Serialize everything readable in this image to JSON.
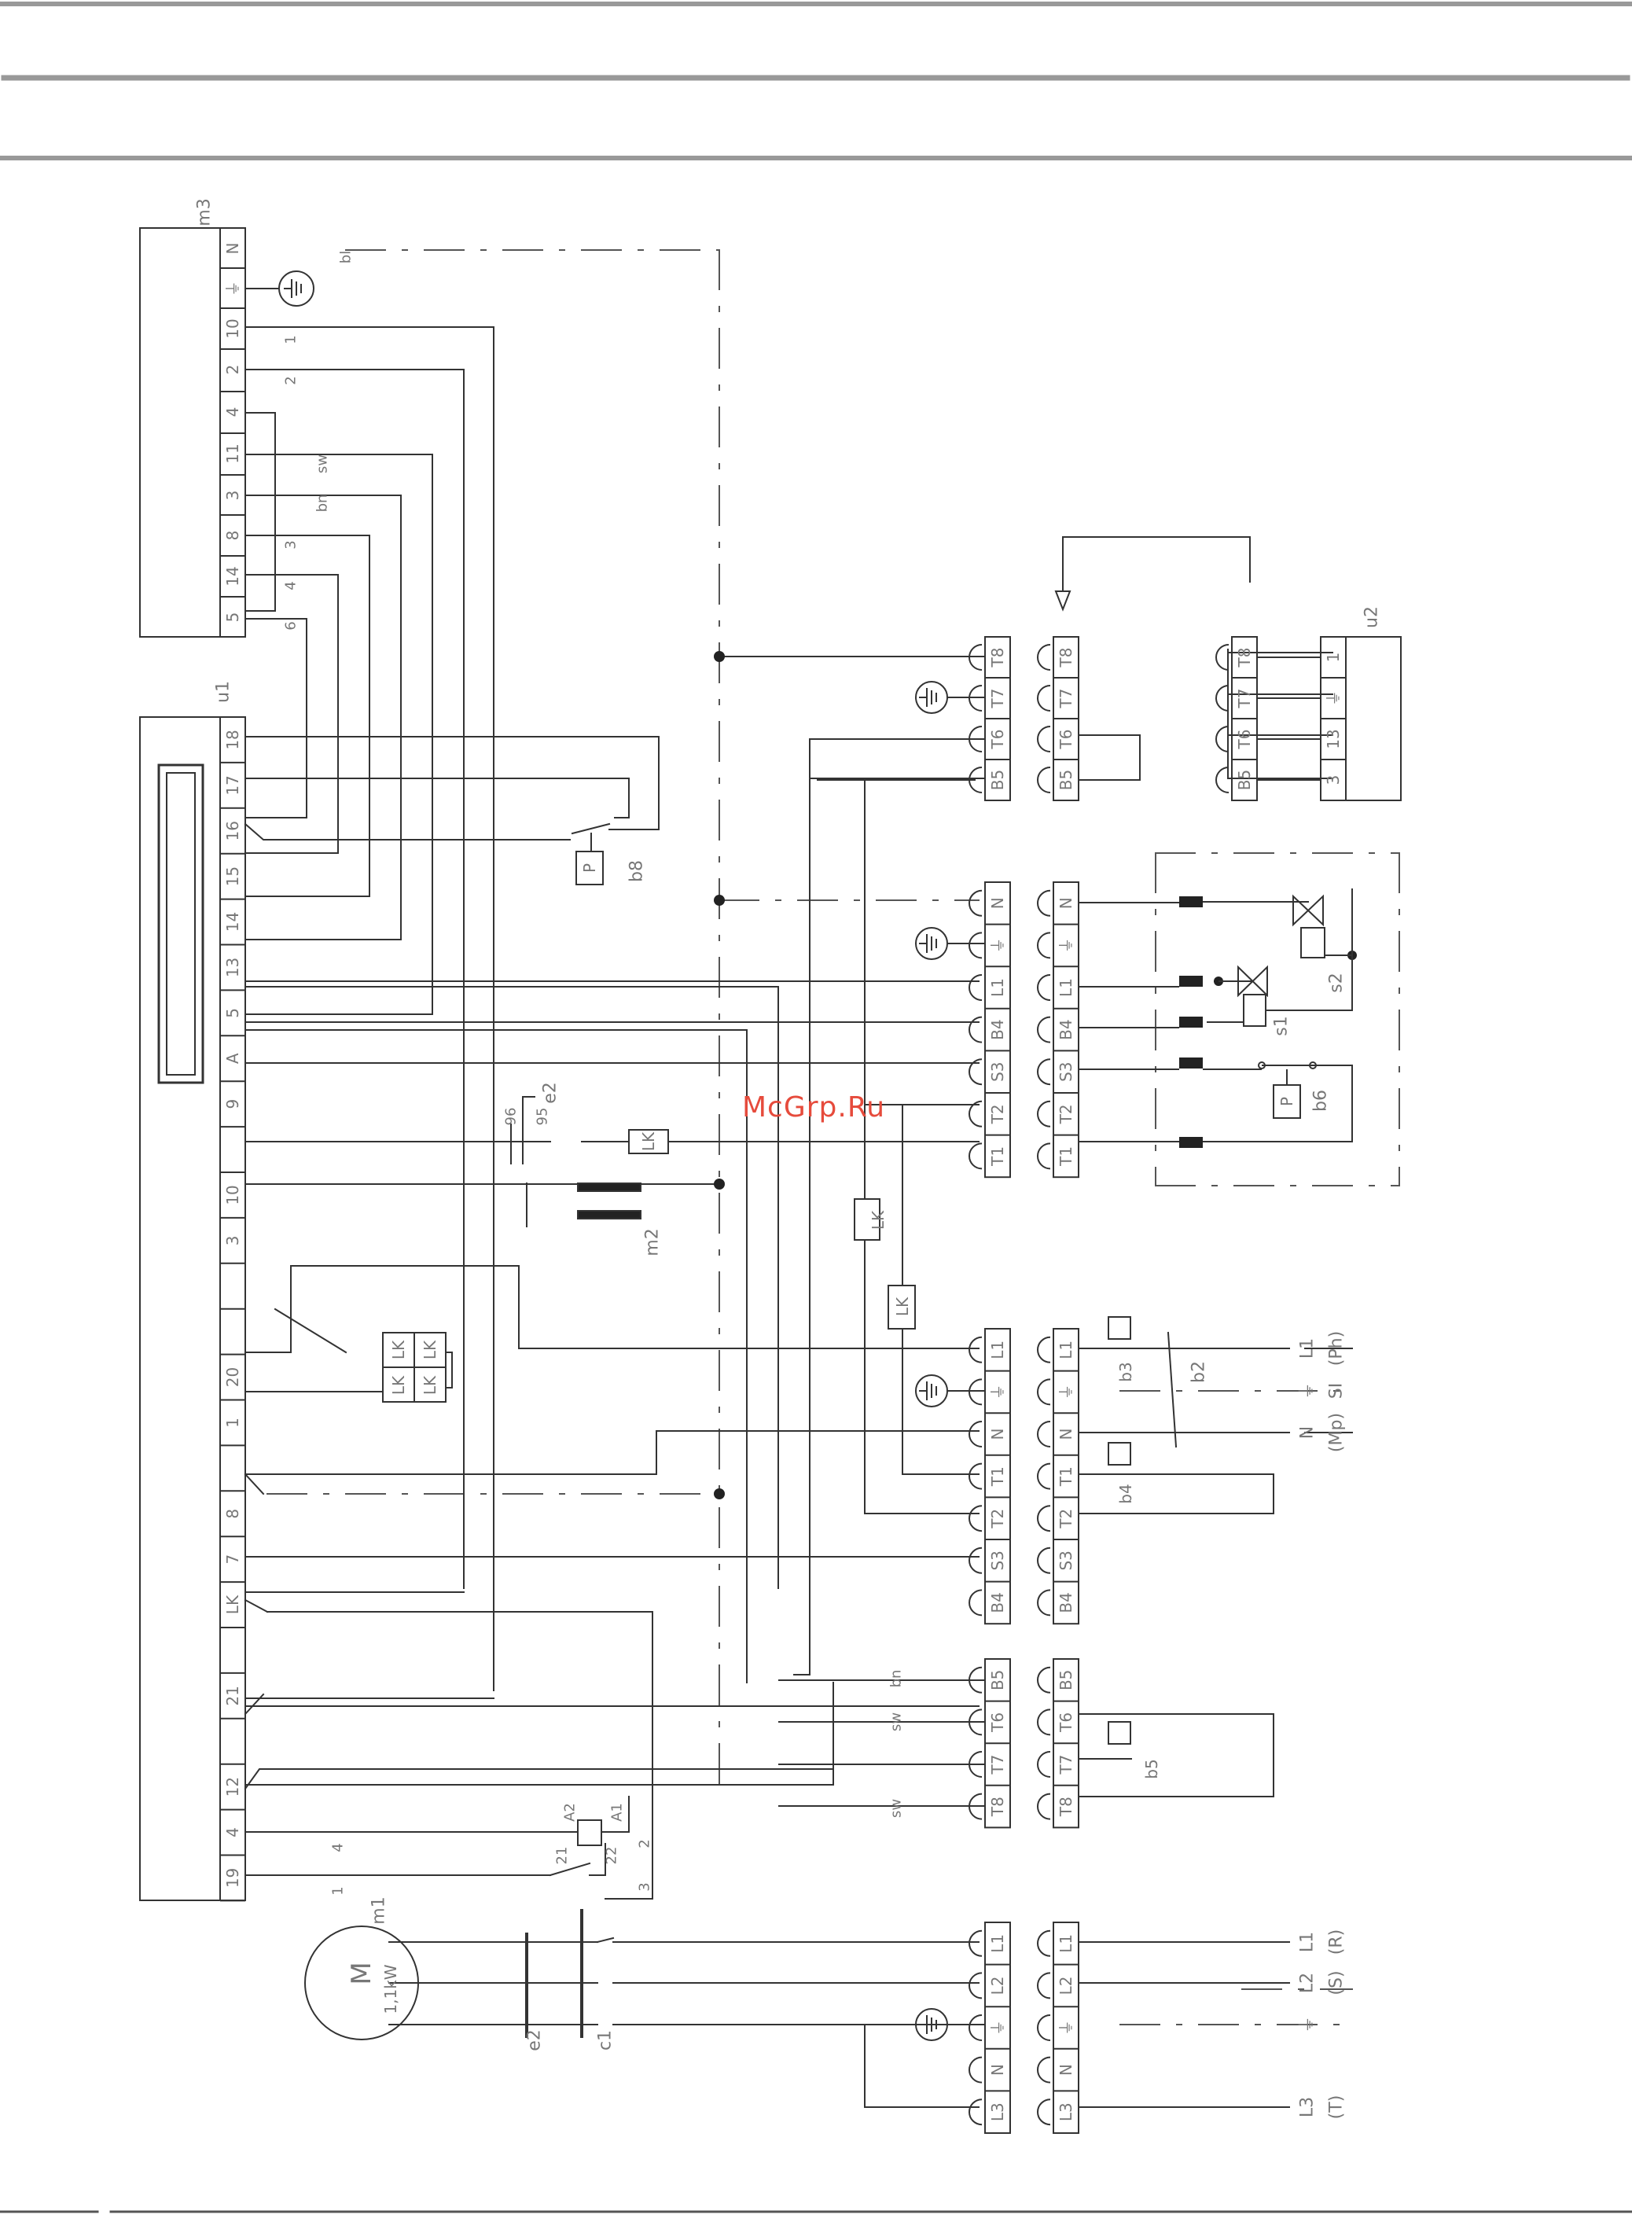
{
  "watermark": "McGrp.Ru",
  "components": {
    "m3": "m3",
    "u1": "u1",
    "u2": "u2",
    "m1": "m1",
    "motor_symbol": "M",
    "motor_power": "1,1kW",
    "m2": "m2",
    "e2": "e2",
    "e2_contact": "e2",
    "c1": "c1",
    "b2": "b2",
    "b3": "b3",
    "b4": "b4",
    "b5": "b5",
    "b6": "b6",
    "b8": "b8",
    "s1": "s1",
    "s2": "s2",
    "lk": "LK",
    "pressure": "P"
  },
  "m3_terminals": [
    "N",
    "⏚",
    "10",
    "2",
    "4",
    "11",
    "3",
    "8",
    "14",
    "5"
  ],
  "m3_wire_labels": [
    "bl",
    "1",
    "2",
    "sw",
    "bn",
    "3",
    "4",
    "6"
  ],
  "u1_terminals": [
    "18",
    "17",
    "16",
    "15",
    "14",
    "13",
    "5",
    "A",
    "9",
    "",
    "10",
    "3",
    "",
    "",
    "20",
    "1",
    "",
    "8",
    "7",
    "LK",
    "",
    "21",
    "",
    "12",
    "4",
    "19"
  ],
  "u1_wire_labels": [
    "4",
    "1",
    "2",
    "3"
  ],
  "contactor_labels": [
    "A2",
    "A1",
    "21",
    "22",
    "96",
    "95"
  ],
  "connector_top": {
    "left": [
      "T8",
      "T7",
      "T6",
      "B5"
    ],
    "right": [
      "T8",
      "T7",
      "T6",
      "B5"
    ]
  },
  "u2_connector": {
    "left": [
      "T8",
      "T7",
      "T6",
      "B5"
    ],
    "right": [
      "1",
      "⏚",
      "13",
      "3"
    ]
  },
  "connector_valves": {
    "left": [
      "N",
      "⏚",
      "L1",
      "B4",
      "S3",
      "T2",
      "T1"
    ],
    "right": [
      "N",
      "⏚",
      "L1",
      "B4",
      "S3",
      "T2",
      "T1"
    ]
  },
  "connector_mains": {
    "left": [
      "L1",
      "⏚",
      "N",
      "T1",
      "T2",
      "S3",
      "B4"
    ],
    "right": [
      "L1",
      "⏚",
      "N",
      "T1",
      "T2",
      "S3",
      "B4"
    ]
  },
  "connector_b5": {
    "left": [
      "B5",
      "T6",
      "T7",
      "T8"
    ],
    "right": [
      "B5",
      "T6",
      "T7",
      "T8"
    ]
  },
  "connector_power": {
    "left": [
      "L1",
      "L2",
      "⏚",
      "N",
      "L3"
    ],
    "right": [
      "L1",
      "L2",
      "⏚",
      "N",
      "L3"
    ]
  },
  "b5_wire_labels": [
    "bn",
    "sw",
    "sw"
  ],
  "single_phase_labels": [
    "L1",
    "⏚",
    "N"
  ],
  "single_phase_notes": [
    "(Ph)",
    "SI",
    "(Mp)"
  ],
  "three_phase_labels": [
    "L1",
    "L2",
    "⏚",
    "L3"
  ],
  "three_phase_notes": [
    "(R)",
    "(S)",
    "(T)"
  ]
}
